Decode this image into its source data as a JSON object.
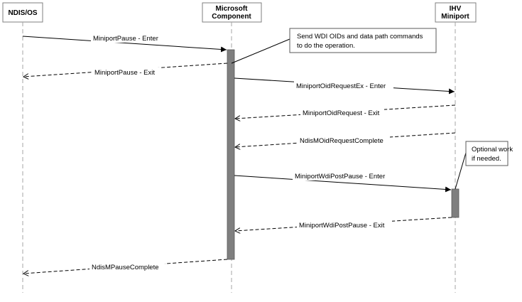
{
  "participants": {
    "ndis": {
      "label": "NDIS/OS"
    },
    "ms": {
      "line1": "Microsoft",
      "line2": "Component"
    },
    "ihv": {
      "line1": "IHV",
      "line2": "Miniport"
    }
  },
  "messages": [
    {
      "label": "MiniportPause - Enter"
    },
    {
      "label": "MiniportPause - Exit"
    },
    {
      "label": "MiniportOidRequestEx - Enter"
    },
    {
      "label": "MiniportOidRequest - Exit"
    },
    {
      "label": "NdisMOidRequestComplete"
    },
    {
      "label": "MiniportWdiPostPause - Enter"
    },
    {
      "label": "MiniportWdiPostPause - Exit"
    },
    {
      "label": "NdisMPauseComplete"
    }
  ],
  "notes": {
    "wdi": {
      "line1": "Send WDI OIDs and data path commands",
      "line2": "to do the operation."
    },
    "optional": {
      "line1": "Optional work",
      "line2": "if needed."
    }
  },
  "colors": {
    "activation_fill": "#7f7f7f",
    "line": "#000000",
    "lifeline": "#a6a6a6",
    "box_stroke": "#7f7f7f"
  }
}
